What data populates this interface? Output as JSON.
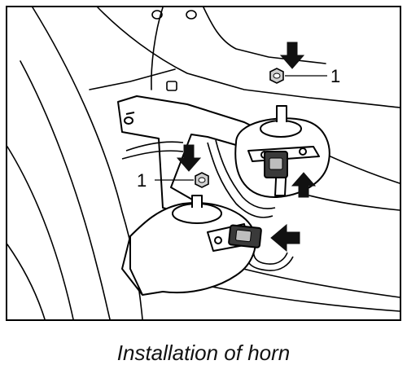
{
  "caption": "Installation of horn",
  "callouts": {
    "upper_nut": "1",
    "lower_nut": "1"
  },
  "icons": [
    "nut-icon",
    "arrow-down-icon",
    "arrow-up-icon",
    "arrow-left-icon"
  ],
  "colors": {
    "line": "#000000",
    "background": "#ffffff"
  }
}
